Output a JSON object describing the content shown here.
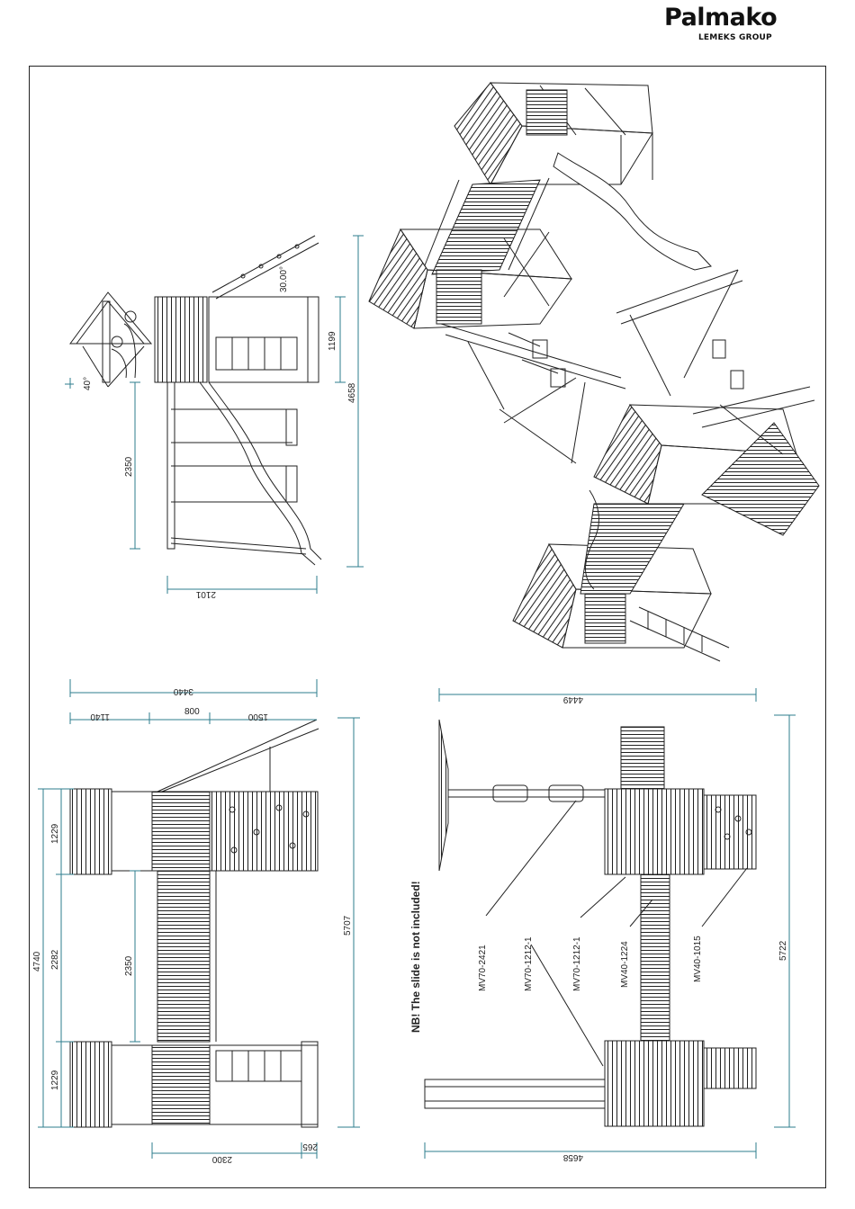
{
  "header": {
    "brand": "Palmako",
    "group": "LEMEKS GROUP"
  },
  "side_view": {
    "angle_roof": "30.00°",
    "angle_left": "40°",
    "dim_height_right": "1199",
    "dim_total_height": "4658",
    "dim_left_height": "2350",
    "dim_bottom_width": "2101"
  },
  "top_view": {
    "dim_total_top": "3440",
    "dim_seg1": "1140",
    "dim_seg2": "800",
    "dim_seg3": "1500",
    "dim_left_total": "4740",
    "dim_left_top": "1229",
    "dim_left_mid": "2282",
    "dim_left_bottom": "1229",
    "dim_inner": "2350",
    "dim_right_total": "5707",
    "dim_bottom_main": "2300",
    "dim_bottom_small": "265"
  },
  "plan_view": {
    "dim_top": "4449",
    "dim_bottom": "4658",
    "dim_right": "5722",
    "note": "NB! The slide is not included!",
    "parts": [
      "MV70-2421",
      "MV70-1212-1",
      "MV70-1212-1",
      "MV40-1224",
      "MV40-1015"
    ]
  },
  "colors": {
    "dimension": "#2e7d8e",
    "line": "#222222"
  }
}
